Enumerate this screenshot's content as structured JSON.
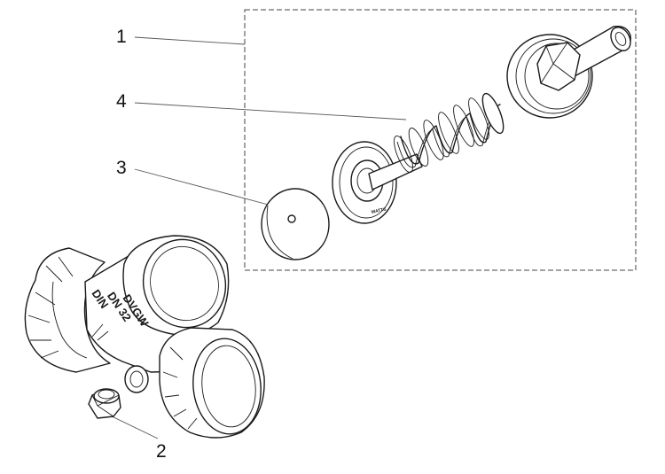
{
  "callouts": {
    "one": "1",
    "two": "2",
    "three": "3",
    "four": "4"
  },
  "body_markings": {
    "line1": "DVGW",
    "line2": "DN 32",
    "line3": "DIN"
  },
  "part_marking": "WATTS"
}
